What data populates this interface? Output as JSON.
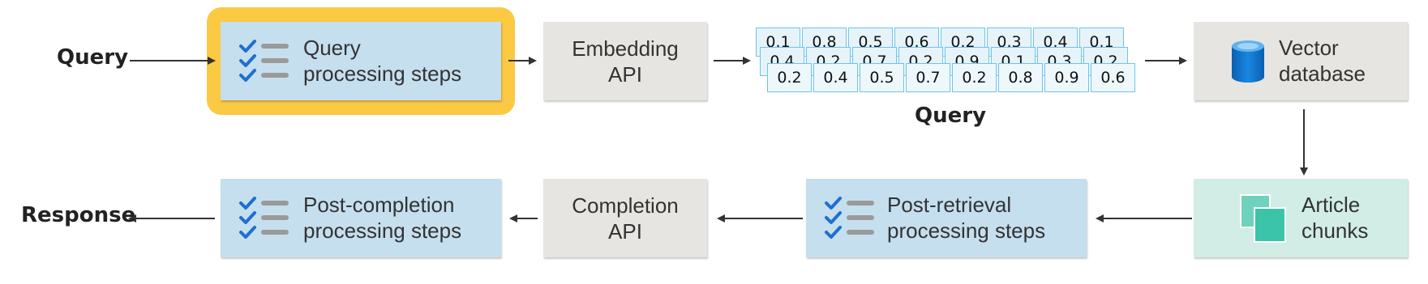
{
  "labels": {
    "query": "Query",
    "response": "Response",
    "vector_caption": "Query"
  },
  "nodes": {
    "query_processing": {
      "line1": "Query",
      "line2": "processing steps"
    },
    "embedding_api": {
      "line1": "Embedding",
      "line2": "API"
    },
    "vector_db": {
      "line1": "Vector",
      "line2": "database"
    },
    "article_chunks": {
      "line1": "Article",
      "line2": "chunks"
    },
    "post_retrieval": {
      "line1": "Post-retrieval",
      "line2": "processing steps"
    },
    "completion_api": {
      "line1": "Completion",
      "line2": "API"
    },
    "post_completion": {
      "line1": "Post-completion",
      "line2": "processing steps"
    }
  },
  "vectors": [
    [
      "0.1",
      "0.8",
      "0.5",
      "0.6",
      "0.2",
      "0.3",
      "0.4",
      "0.1"
    ],
    [
      "0.4",
      "0.2",
      "0.7",
      "0.2",
      "0.9",
      "0.1",
      "0.3",
      "0.2"
    ],
    [
      "0.2",
      "0.4",
      "0.5",
      "0.7",
      "0.2",
      "0.8",
      "0.9",
      "0.6"
    ]
  ],
  "colors": {
    "highlight": "#fcc943",
    "processing_box": "#c5dfee",
    "api_box": "#e6e5e1",
    "chunks_box": "#d2ede6",
    "check": "#1f6fd1",
    "database": "#0f78d4",
    "chunks_icon": "#3cc4a8",
    "arrow": "#333333"
  },
  "icons": {
    "processing": "checklist-icon",
    "database": "database-icon",
    "chunks": "document-stack-icon"
  }
}
